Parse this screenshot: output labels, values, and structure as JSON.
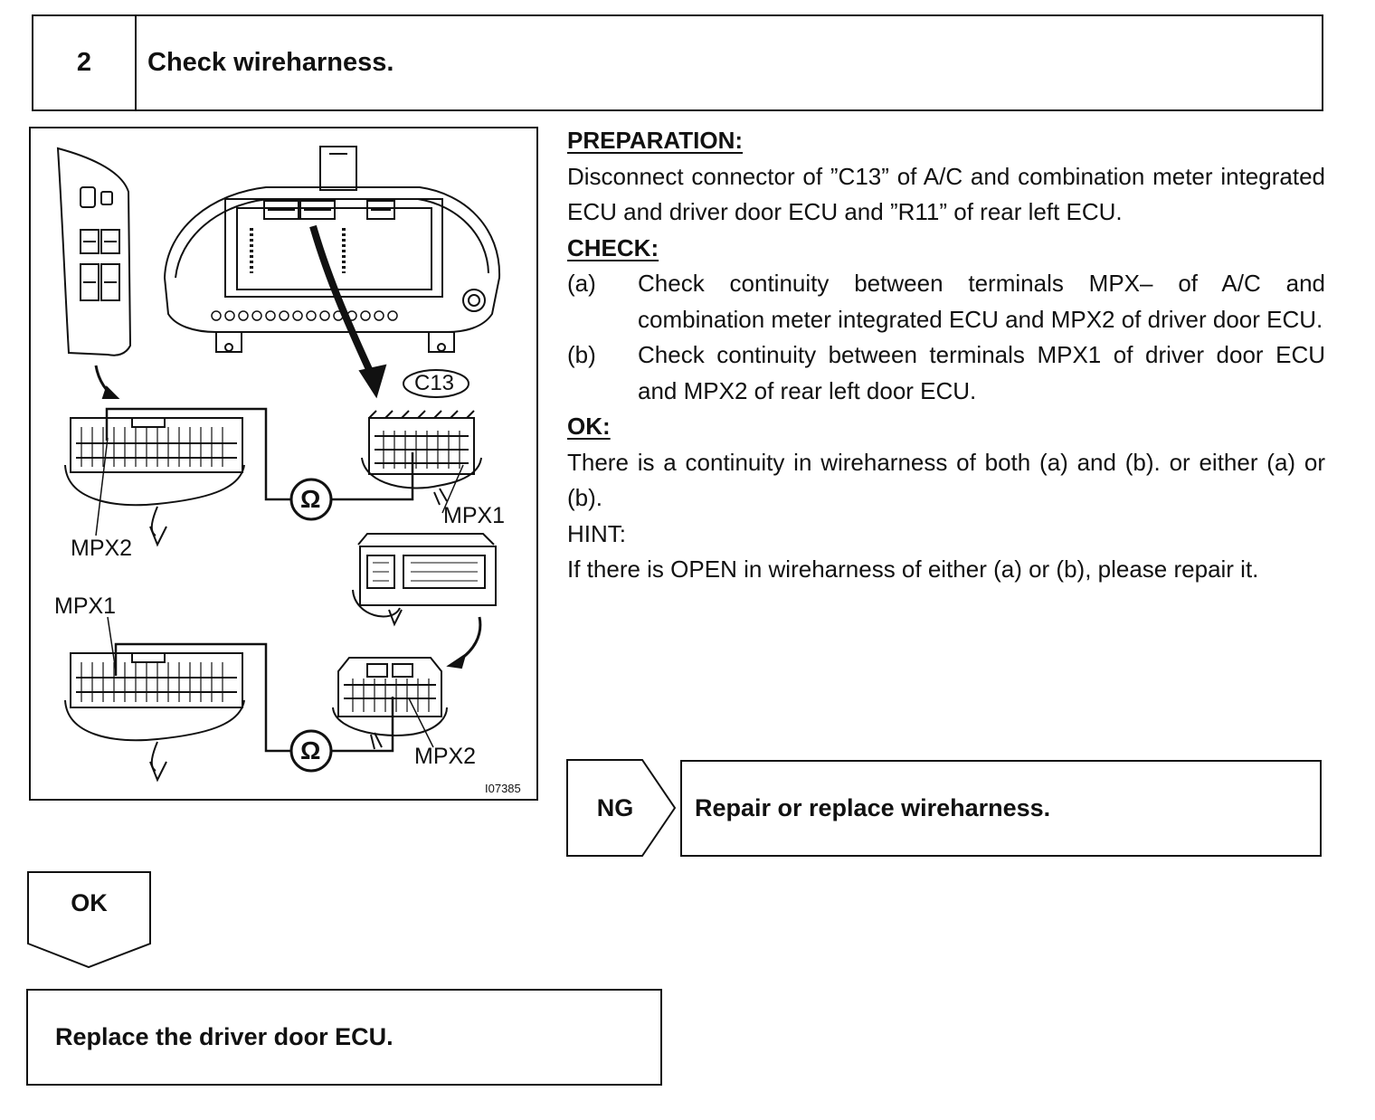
{
  "step": {
    "number": "2",
    "title": "Check wireharness."
  },
  "figure": {
    "labels": {
      "c13": "C13",
      "mpx1_top": "MPX1",
      "mpx2_left": "MPX2",
      "mpx1_left": "MPX1",
      "mpx2_bottom": "MPX2",
      "ohm_symbol": "Ω"
    },
    "figure_id": "I07385"
  },
  "instructions": {
    "preparation_heading": "PREPARATION:",
    "preparation_text": "Disconnect connector of ”C13” of A/C and combination meter integrated ECU and driver door ECU and ”R11” of rear left ECU.",
    "check_heading": "CHECK:",
    "check_items": [
      {
        "label": "(a)",
        "text": "Check continuity between terminals MPX– of A/C and combination meter integrated ECU and MPX2 of driver door ECU."
      },
      {
        "label": "(b)",
        "text": "Check continuity between terminals MPX1 of driver door ECU and MPX2 of rear left door ECU."
      }
    ],
    "ok_heading": "OK:",
    "ok_text": "There is a continuity in wireharness of both (a) and (b). or either (a) or (b).",
    "hint_heading": "HINT:",
    "hint_text": "If there is OPEN in wireharness of either (a) or (b), please repair it."
  },
  "ng_branch": {
    "label": "NG",
    "action": "Repair or replace wireharness."
  },
  "ok_branch": {
    "label": "OK",
    "action": "Replace the driver door ECU."
  }
}
